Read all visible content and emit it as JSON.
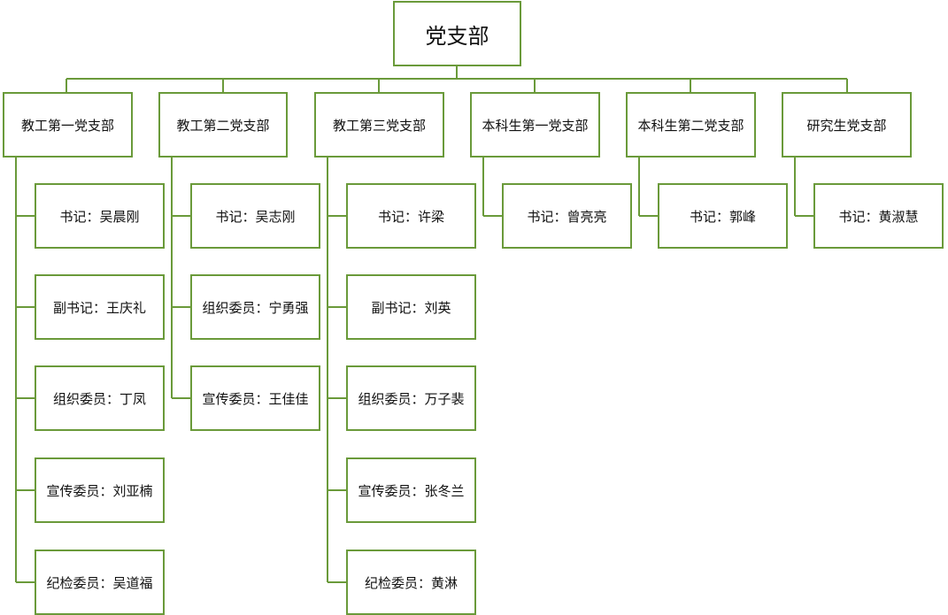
{
  "org": {
    "root": "党支部",
    "branches": [
      {
        "name": "教工第一党支部",
        "members": [
          "书记：吴晨刚",
          "副书记：王庆礼",
          "组织委员：丁凤",
          "宣传委员：刘亚楠",
          "纪检委员：吴道福"
        ]
      },
      {
        "name": "教工第二党支部",
        "members": [
          "书记：吴志刚",
          "组织委员：宁勇强",
          "宣传委员：王佳佳"
        ]
      },
      {
        "name": "教工第三党支部",
        "members": [
          "书记：许梁",
          "副书记：刘英",
          "组织委员：万子裴",
          "宣传委员：张冬兰",
          "纪检委员：黄淋"
        ]
      },
      {
        "name": "本科生第一党支部",
        "members": [
          "书记：曾亮亮"
        ]
      },
      {
        "name": "本科生第二党支部",
        "members": [
          "书记：郭峰"
        ]
      },
      {
        "name": "研究生党支部",
        "members": [
          "书记：黄淑慧"
        ]
      }
    ]
  }
}
